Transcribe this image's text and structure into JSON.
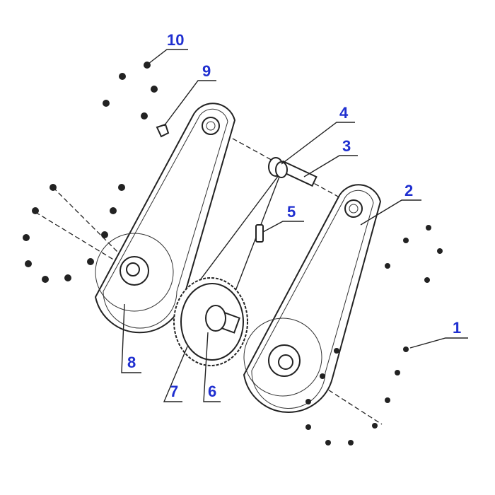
{
  "diagram": {
    "type": "exploded parts diagram",
    "callouts": [
      {
        "id": "1",
        "label": "1"
      },
      {
        "id": "2",
        "label": "2"
      },
      {
        "id": "3",
        "label": "3"
      },
      {
        "id": "4",
        "label": "4"
      },
      {
        "id": "5",
        "label": "5"
      },
      {
        "id": "6",
        "label": "6"
      },
      {
        "id": "7",
        "label": "7"
      },
      {
        "id": "8",
        "label": "8"
      },
      {
        "id": "9",
        "label": "9"
      },
      {
        "id": "10",
        "label": "10"
      }
    ],
    "label_color": "#1f2fd0"
  }
}
